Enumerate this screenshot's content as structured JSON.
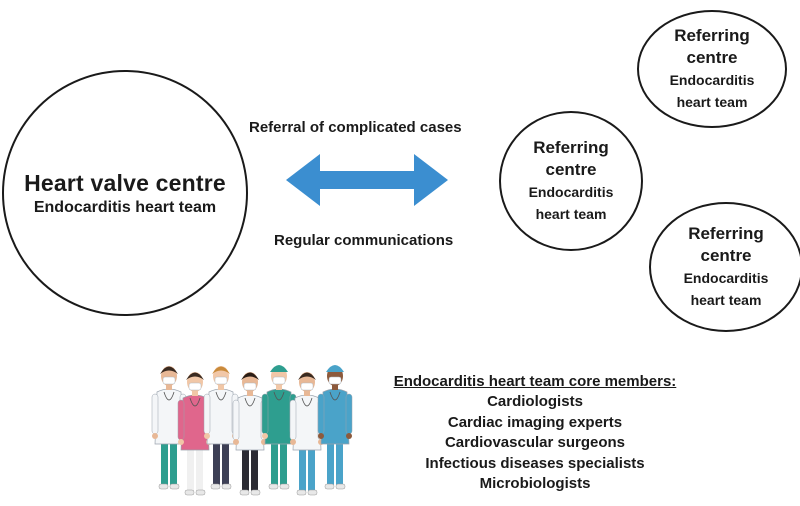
{
  "main_centre": {
    "title": "Heart valve centre",
    "subtitle": "Endocarditis heart team"
  },
  "referring_centres": [
    {
      "title_line1": "Referring",
      "title_line2": "centre",
      "sub_line1": "Endocarditis",
      "sub_line2": "heart team"
    },
    {
      "title_line1": "Referring",
      "title_line2": "centre",
      "sub_line1": "Endocarditis",
      "sub_line2": "heart team"
    },
    {
      "title_line1": "Referring",
      "title_line2": "centre",
      "sub_line1": "Endocarditis",
      "sub_line2": "heart team"
    }
  ],
  "links": {
    "referral_label": "Referral of complicated cases",
    "communication_label": "Regular communications",
    "arrow_color": "#3b8ed0"
  },
  "team": {
    "title": "Endocarditis heart team core members:",
    "members": [
      "Cardiologists",
      "Cardiac imaging experts",
      "Cardiovascular surgeons",
      "Infectious diseases specialists",
      "Microbiologists"
    ]
  },
  "illustration": {
    "icon": "medical-staff-group-icon"
  }
}
